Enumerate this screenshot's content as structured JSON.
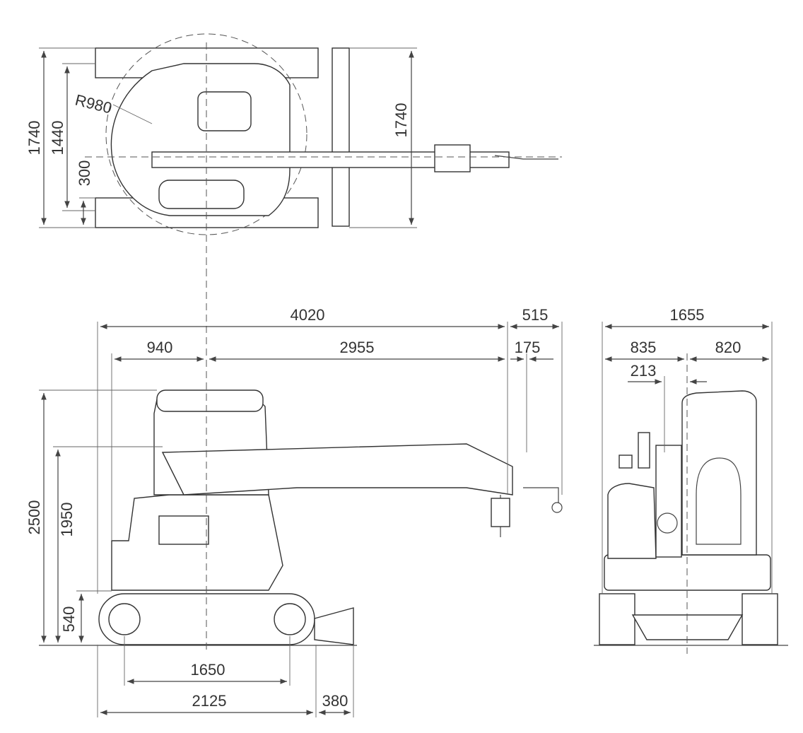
{
  "top_view": {
    "overall_width": "1740",
    "track_width": "1440",
    "track_shoe": "300",
    "right_width": "1740",
    "swing_radius": "R980"
  },
  "side_view": {
    "overall_length": "4020",
    "hook_overhang": "515",
    "rear_to_center": "940",
    "center_to_boom_tip": "2955",
    "hook_offset": "175",
    "overall_height": "2500",
    "boom_pivot_height": "1950",
    "blade_height": "540",
    "tumbler_distance": "1650",
    "crawler_length": "2125",
    "blade_distance": "380"
  },
  "front_view": {
    "overall_width": "1655",
    "left_half": "835",
    "right_half": "820",
    "offset": "213"
  }
}
